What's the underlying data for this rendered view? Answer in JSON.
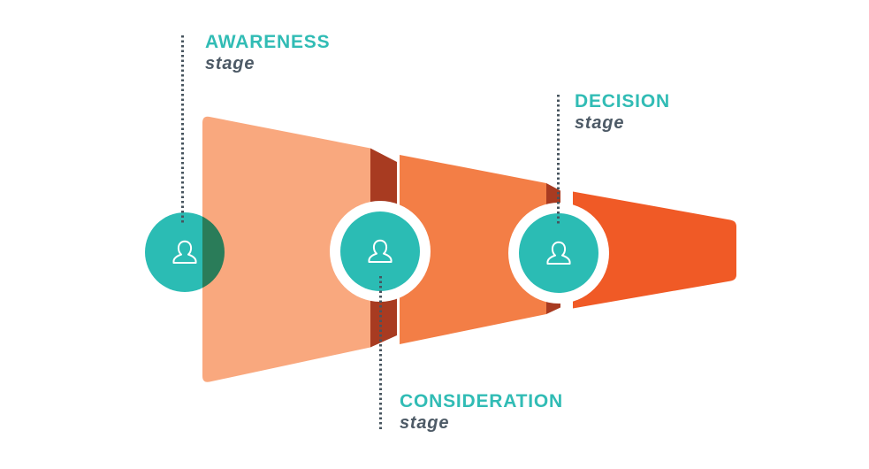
{
  "diagram": {
    "type": "horizontal-funnel",
    "stages": [
      {
        "id": "awareness",
        "label": "AWARENESS",
        "sublabel": "stage",
        "icon": "person-icon",
        "segment_color": "#F9A87E"
      },
      {
        "id": "consideration",
        "label": "CONSIDERATION",
        "sublabel": "stage",
        "icon": "person-icon",
        "segment_color": "#F37E46"
      },
      {
        "id": "decision",
        "label": "DECISION",
        "sublabel": "stage",
        "icon": "person-icon",
        "segment_color": "#F05A26"
      }
    ],
    "colors": {
      "teal_badge": "#2BBCB4",
      "teal_label_text": "#31BCB5",
      "slate_sublabel_text": "#4D5A66",
      "fold_dark_red": "#A83B21",
      "dotted_line": "#47545E",
      "badge_ring": "#FFFFFF",
      "background": "#FFFFFF"
    }
  }
}
